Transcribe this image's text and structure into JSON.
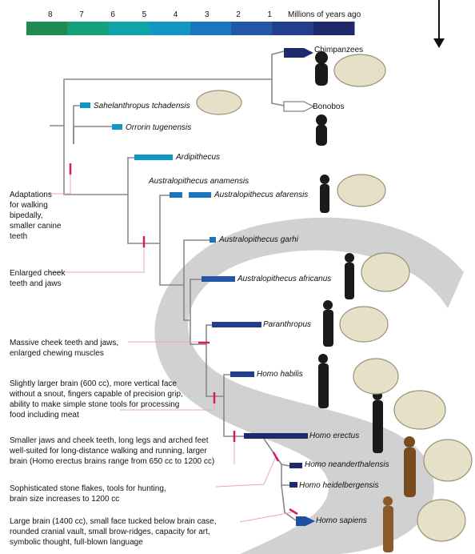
{
  "timeline": {
    "ticks": [
      "8",
      "7",
      "6",
      "5",
      "4",
      "3",
      "2",
      "1"
    ],
    "label": "Millions of years ago",
    "colors": [
      "#1e8c52",
      "#13a07b",
      "#0fa5a8",
      "#1296c4",
      "#1b76bd",
      "#2357a6",
      "#233e8c",
      "#1f2a6d"
    ]
  },
  "species": {
    "chimpanzees": "Chimpanzees",
    "bonobos": "Bonobos",
    "sahelanthropus": "Sahelanthropus tchadensis",
    "orrorin": "Orrorin tugenensis",
    "ardipithecus": "Ardipithecus",
    "anamensis": "Australopithecus anamensis",
    "afarensis": "Australopithecus afarensis",
    "garhi": "Australopithecus garhi",
    "africanus": "Australopithecus africanus",
    "paranthropus": "Paranthropus",
    "habilis": "Homo habilis",
    "erectus": "Homo erectus",
    "neanderthalensis": "Homo neanderthalensis",
    "heidelbergensis": "Homo heidelbergensis",
    "sapiens": "Homo sapiens"
  },
  "notes": {
    "bipedal": [
      "Adaptations",
      "for walking",
      "bipedally,",
      "smaller canine",
      "teeth"
    ],
    "cheek": [
      "Enlarged cheek",
      "teeth and jaws"
    ],
    "massive": [
      "Massive cheek teeth and jaws,",
      "enlarged chewing muscles"
    ],
    "habilis": [
      "Slightly larger brain (600 cc), more vertical face",
      "without a snout, fingers capable of precision grip,",
      "ability to make simple stone tools for processing",
      "food including meat"
    ],
    "erectus": [
      "Smaller jaws and cheek teeth, long legs and arched feet",
      "well-suited for long-distance walking and running, larger",
      "brain (Homo erectus brains range from 650 cc to 1200 cc)"
    ],
    "flakes": [
      "Sophisticated stone flakes, tools for hunting,",
      "brain size increases to 1200 cc"
    ],
    "sapiens": [
      "Large brain (1400 cc), small face tucked below brain case,",
      "rounded cranial vault, small brow-ridges, capacity for art,",
      "symbolic thought, full-blown language"
    ]
  }
}
